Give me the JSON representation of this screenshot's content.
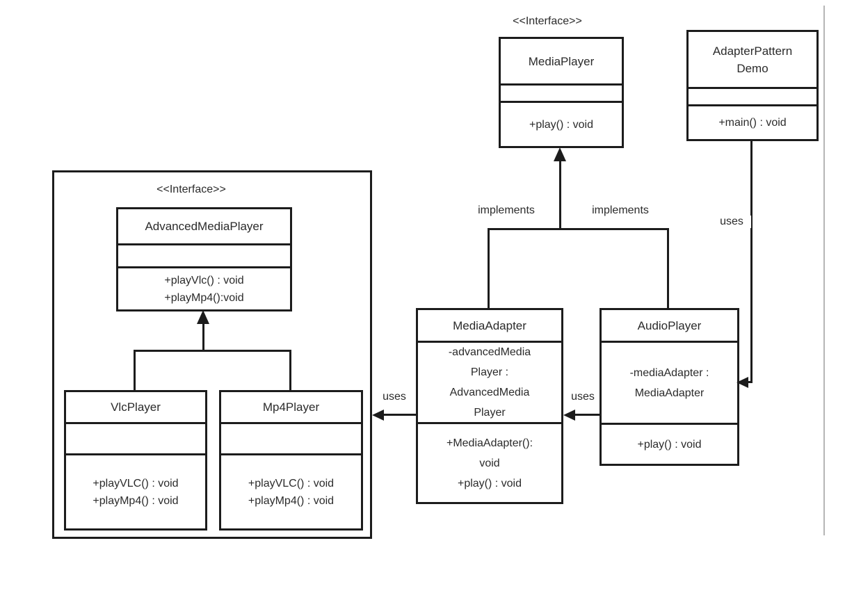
{
  "colors": {
    "line": "#1c1c1c",
    "text": "#2b2b2b",
    "background": "#ffffff",
    "page_edge_line": "#b5b5b5"
  },
  "classes": {
    "media_player": {
      "stereotype": "<<Interface>>",
      "name": "MediaPlayer",
      "methods": [
        "+play() : void"
      ]
    },
    "adapter_pattern_demo": {
      "name_lines": [
        "AdapterPattern",
        "Demo"
      ],
      "methods": [
        "+main() : void"
      ]
    },
    "advanced_media_player": {
      "stereotype": "<<Interface>>",
      "name": "AdvancedMediaPlayer",
      "methods": [
        "+playVlc() : void",
        "+playMp4():void"
      ]
    },
    "vlc_player": {
      "name": "VlcPlayer",
      "methods": [
        "+playVLC() : void",
        "+playMp4() : void"
      ]
    },
    "mp4_player": {
      "name": "Mp4Player",
      "methods": [
        "+playVLC() : void",
        "+playMp4() : void"
      ]
    },
    "media_adapter": {
      "name": "MediaAdapter",
      "attribute_lines": [
        "-advancedMedia",
        "Player :",
        "AdvancedMedia",
        "Player"
      ],
      "method_lines": [
        "+MediaAdapter():",
        "void",
        "+play() : void"
      ]
    },
    "audio_player": {
      "name": "AudioPlayer",
      "attribute_lines": [
        "-mediaAdapter :",
        "MediaAdapter"
      ],
      "methods": [
        "+play() : void"
      ]
    }
  },
  "edge_labels": {
    "implements_media_adapter": "implements",
    "implements_audio_player": "implements",
    "uses_demo_audio_player": "uses",
    "uses_audio_player_media_adapter": "uses",
    "uses_media_adapter_advanced": "uses"
  }
}
